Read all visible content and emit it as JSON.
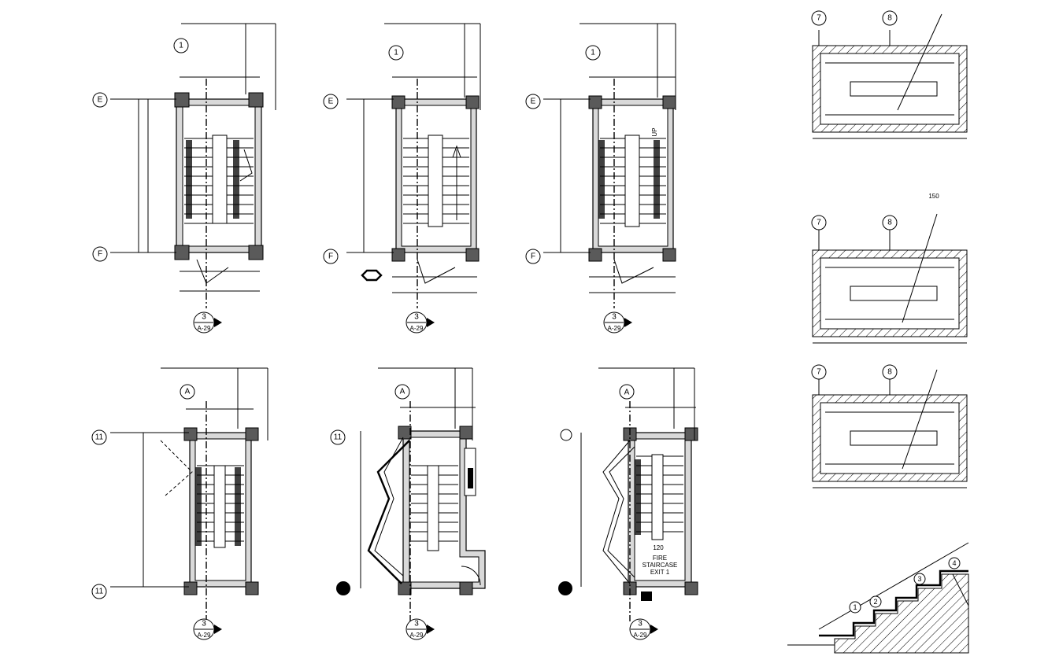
{
  "grid_bubbles": {
    "plan1": {
      "top": "1",
      "row1": "E",
      "row2": "F"
    },
    "plan2": {
      "top": "1",
      "row1": "E",
      "row2": "F"
    },
    "plan3": {
      "top": "1",
      "row1": "E",
      "row2": "F"
    },
    "plan4": {
      "top": "A",
      "row1": "11",
      "row2": "11"
    },
    "plan5": {
      "top": "A",
      "row1": "11"
    },
    "plan6": {
      "top": "A"
    },
    "detail1": {
      "left": "7",
      "right": "8"
    },
    "detail2": {
      "left": "7",
      "right": "8"
    },
    "detail3": {
      "left": "7",
      "right": "8"
    }
  },
  "section_markers": [
    {
      "number": "3",
      "sheet": "A-29"
    },
    {
      "number": "3",
      "sheet": "A-29"
    },
    {
      "number": "3",
      "sheet": "A-29"
    },
    {
      "number": "3",
      "sheet": "A-29"
    },
    {
      "number": "3",
      "sheet": "A-29"
    },
    {
      "number": "3",
      "sheet": "A-29"
    }
  ],
  "plan_texts": {
    "up_label": "UP",
    "fire_stair_lines": [
      "FIRE",
      "STAIRCASE",
      "EXIT 1"
    ],
    "riser_count": "120",
    "scale_note": "150"
  },
  "step_section": {
    "markers": [
      "1",
      "2",
      "3",
      "4"
    ]
  }
}
